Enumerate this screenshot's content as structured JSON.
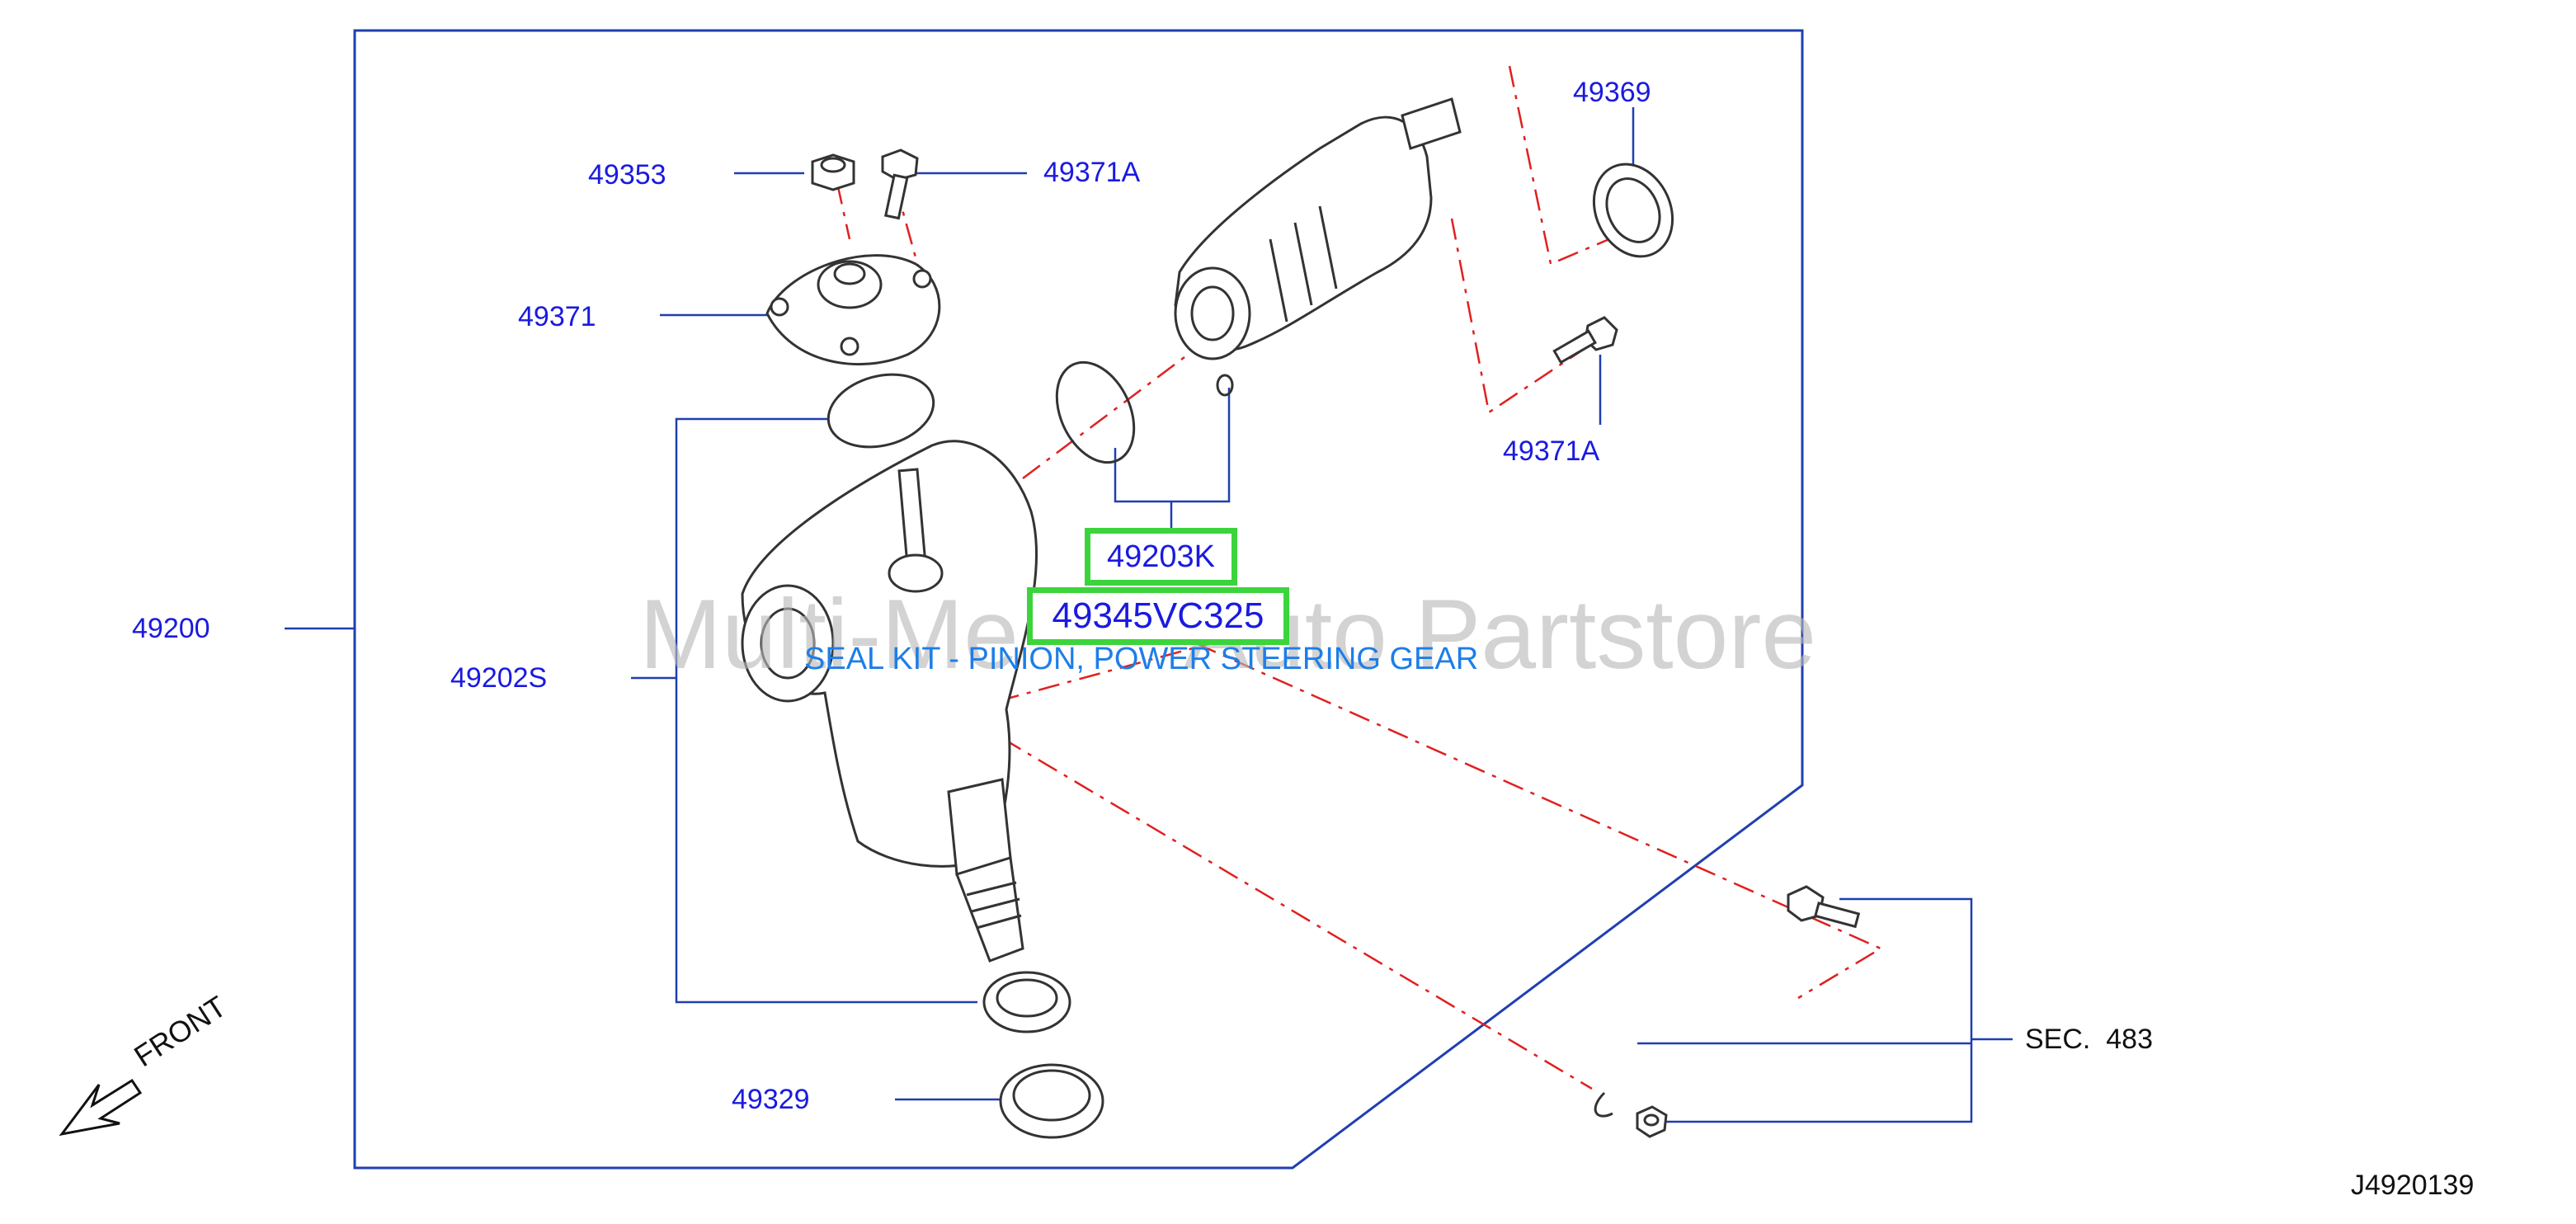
{
  "diagram": {
    "watermark": "Multi-Me      Auto Partstore",
    "highlighted_parts": [
      {
        "part_no": "49203K"
      },
      {
        "part_no": "49345VC325",
        "description": "SEAL KIT - PINION, POWER STEERING GEAR"
      }
    ],
    "part_labels": {
      "p49353": "49353",
      "p49371A_top": "49371A",
      "p49371": "49371",
      "p49200": "49200",
      "p49202S": "49202S",
      "p49329": "49329",
      "p49369": "49369",
      "p49371A_right": "49371A"
    },
    "section_ref": "SEC.  483",
    "front_label": "FRONT",
    "diagram_code": "J4920139",
    "colors": {
      "label_blue": "#1a1ae0",
      "frame_blue": "#1f3fb0",
      "leader_blue": "#1f3fb0",
      "centerline_red": "#e02020",
      "highlight_green": "#3cd43c",
      "kit_blue": "#1d7ee8"
    }
  }
}
